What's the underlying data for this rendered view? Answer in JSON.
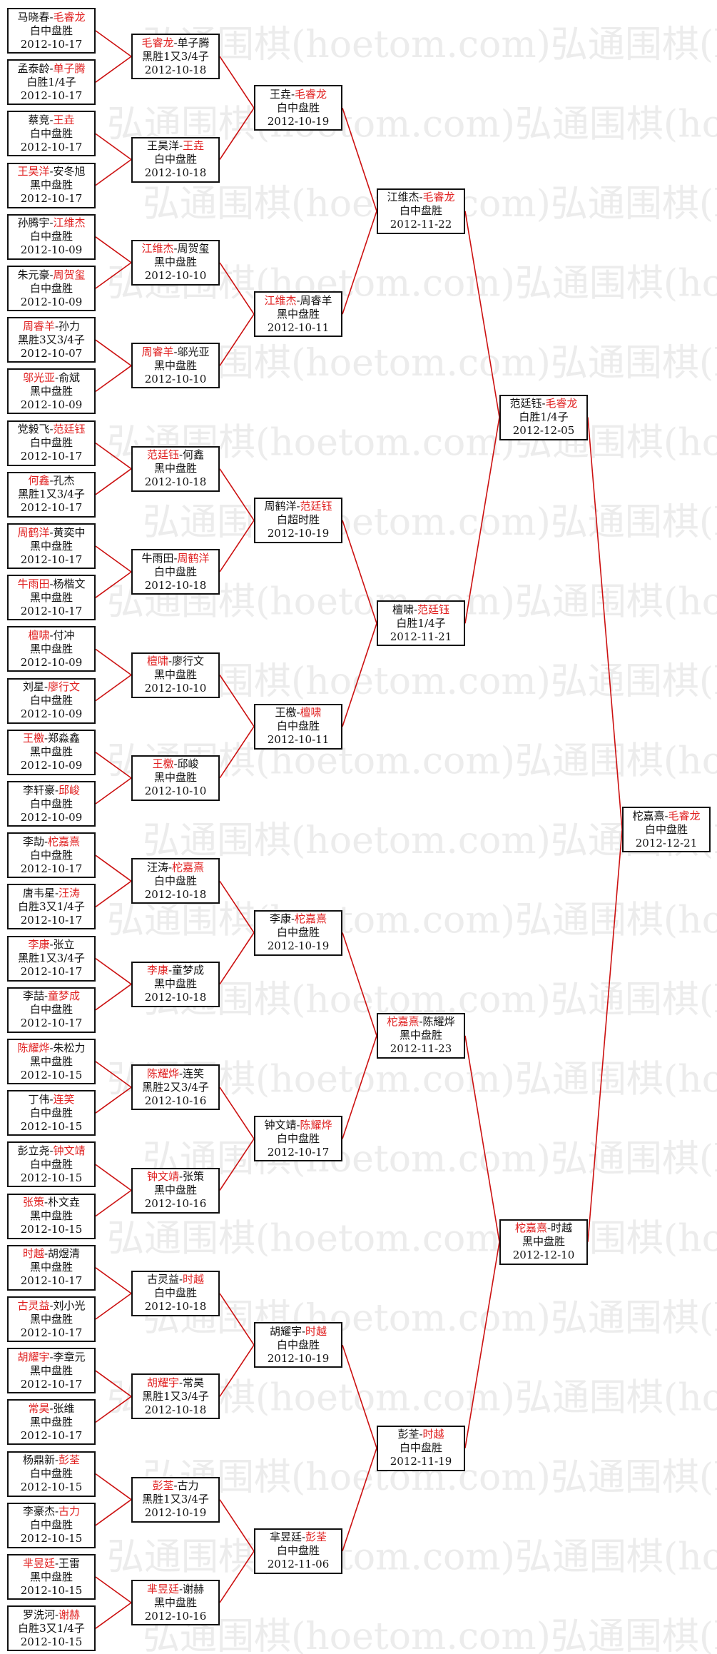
{
  "colors": {
    "winner": "#e02020",
    "text": "#111111",
    "line": "#cc1111",
    "watermark": "#ececec"
  },
  "watermark": "弘通围棋(hoetom.com)",
  "matches": {
    "r1": [
      {
        "p1": "马晓春",
        "p2": "毛睿龙",
        "winner": 2,
        "result": "白中盘胜",
        "date": "2012-10-17"
      },
      {
        "p1": "孟泰龄",
        "p2": "单子腾",
        "winner": 2,
        "result": "白胜1/4子",
        "date": "2012-10-17"
      },
      {
        "p1": "蔡竞",
        "p2": "王垚",
        "winner": 2,
        "result": "白中盘胜",
        "date": "2012-10-17"
      },
      {
        "p1": "王昊洋",
        "p2": "安冬旭",
        "winner": 1,
        "result": "黑中盘胜",
        "date": "2012-10-17"
      },
      {
        "p1": "孙腾宇",
        "p2": "江维杰",
        "winner": 2,
        "result": "白中盘胜",
        "date": "2012-10-09"
      },
      {
        "p1": "朱元豪",
        "p2": "周贺玺",
        "winner": 2,
        "result": "白中盘胜",
        "date": "2012-10-09"
      },
      {
        "p1": "周睿羊",
        "p2": "孙力",
        "winner": 1,
        "result": "黑胜3又3/4子",
        "date": "2012-10-07"
      },
      {
        "p1": "邬光亚",
        "p2": "俞斌",
        "winner": 1,
        "result": "黑中盘胜",
        "date": "2012-10-09"
      },
      {
        "p1": "党毅飞",
        "p2": "范廷钰",
        "winner": 2,
        "result": "白中盘胜",
        "date": "2012-10-17"
      },
      {
        "p1": "何鑫",
        "p2": "孔杰",
        "winner": 1,
        "result": "黑胜1又3/4子",
        "date": "2012-10-17"
      },
      {
        "p1": "周鹤洋",
        "p2": "黄奕中",
        "winner": 1,
        "result": "黑中盘胜",
        "date": "2012-10-17"
      },
      {
        "p1": "牛雨田",
        "p2": "杨楷文",
        "winner": 1,
        "result": "黑中盘胜",
        "date": "2012-10-17"
      },
      {
        "p1": "檀啸",
        "p2": "付冲",
        "winner": 1,
        "result": "黑中盘胜",
        "date": "2012-10-09"
      },
      {
        "p1": "刘星",
        "p2": "廖行文",
        "winner": 2,
        "result": "白中盘胜",
        "date": "2012-10-09"
      },
      {
        "p1": "王檄",
        "p2": "郑淼鑫",
        "winner": 1,
        "result": "黑中盘胜",
        "date": "2012-10-09"
      },
      {
        "p1": "李轩豪",
        "p2": "邱峻",
        "winner": 2,
        "result": "白中盘胜",
        "date": "2012-10-09"
      },
      {
        "p1": "李劼",
        "p2": "柁嘉熹",
        "winner": 2,
        "result": "白中盘胜",
        "date": "2012-10-17"
      },
      {
        "p1": "唐韦星",
        "p2": "汪涛",
        "winner": 2,
        "result": "白胜3又1/4子",
        "date": "2012-10-17"
      },
      {
        "p1": "李康",
        "p2": "张立",
        "winner": 1,
        "result": "黑胜1又3/4子",
        "date": "2012-10-17"
      },
      {
        "p1": "李喆",
        "p2": "童梦成",
        "winner": 2,
        "result": "白中盘胜",
        "date": "2012-10-17"
      },
      {
        "p1": "陈耀烨",
        "p2": "朱松力",
        "winner": 1,
        "result": "黑中盘胜",
        "date": "2012-10-15"
      },
      {
        "p1": "丁伟",
        "p2": "连笑",
        "winner": 2,
        "result": "白中盘胜",
        "date": "2012-10-15"
      },
      {
        "p1": "彭立尧",
        "p2": "钟文靖",
        "winner": 2,
        "result": "白中盘胜",
        "date": "2012-10-15"
      },
      {
        "p1": "张策",
        "p2": "朴文垚",
        "winner": 1,
        "result": "黑中盘胜",
        "date": "2012-10-15"
      },
      {
        "p1": "时越",
        "p2": "胡煜清",
        "winner": 1,
        "result": "黑中盘胜",
        "date": "2012-10-17"
      },
      {
        "p1": "古灵益",
        "p2": "刘小光",
        "winner": 1,
        "result": "黑中盘胜",
        "date": "2012-10-17"
      },
      {
        "p1": "胡耀宇",
        "p2": "李章元",
        "winner": 1,
        "result": "黑中盘胜",
        "date": "2012-10-17"
      },
      {
        "p1": "常昊",
        "p2": "张维",
        "winner": 1,
        "result": "黑中盘胜",
        "date": "2012-10-17"
      },
      {
        "p1": "杨鼎新",
        "p2": "彭荃",
        "winner": 2,
        "result": "白中盘胜",
        "date": "2012-10-15"
      },
      {
        "p1": "李豪杰",
        "p2": "古力",
        "winner": 2,
        "result": "白中盘胜",
        "date": "2012-10-15"
      },
      {
        "p1": "芈昱廷",
        "p2": "王雷",
        "winner": 1,
        "result": "黑中盘胜",
        "date": "2012-10-15"
      },
      {
        "p1": "罗洗河",
        "p2": "谢赫",
        "winner": 2,
        "result": "白胜3又1/4子",
        "date": "2012-10-15"
      }
    ],
    "r2": [
      {
        "p1": "毛睿龙",
        "p2": "单子腾",
        "winner": 1,
        "result": "黑胜1又3/4子",
        "date": "2012-10-18"
      },
      {
        "p1": "王昊洋",
        "p2": "王垚",
        "winner": 2,
        "result": "白中盘胜",
        "date": "2012-10-18"
      },
      {
        "p1": "江维杰",
        "p2": "周贺玺",
        "winner": 1,
        "result": "黑中盘胜",
        "date": "2012-10-10"
      },
      {
        "p1": "周睿羊",
        "p2": "邬光亚",
        "winner": 1,
        "result": "黑中盘胜",
        "date": "2012-10-10"
      },
      {
        "p1": "范廷钰",
        "p2": "何鑫",
        "winner": 1,
        "result": "黑中盘胜",
        "date": "2012-10-18"
      },
      {
        "p1": "牛雨田",
        "p2": "周鹤洋",
        "winner": 2,
        "result": "白中盘胜",
        "date": "2012-10-18"
      },
      {
        "p1": "檀啸",
        "p2": "廖行文",
        "winner": 1,
        "result": "黑中盘胜",
        "date": "2012-10-10"
      },
      {
        "p1": "王檄",
        "p2": "邱峻",
        "winner": 1,
        "result": "黑中盘胜",
        "date": "2012-10-10"
      },
      {
        "p1": "汪涛",
        "p2": "柁嘉熹",
        "winner": 2,
        "result": "白中盘胜",
        "date": "2012-10-18"
      },
      {
        "p1": "李康",
        "p2": "童梦成",
        "winner": 1,
        "result": "黑中盘胜",
        "date": "2012-10-18"
      },
      {
        "p1": "陈耀烨",
        "p2": "连笑",
        "winner": 1,
        "result": "黑胜2又3/4子",
        "date": "2012-10-16"
      },
      {
        "p1": "钟文靖",
        "p2": "张策",
        "winner": 1,
        "result": "黑中盘胜",
        "date": "2012-10-16"
      },
      {
        "p1": "古灵益",
        "p2": "时越",
        "winner": 2,
        "result": "白中盘胜",
        "date": "2012-10-18"
      },
      {
        "p1": "胡耀宇",
        "p2": "常昊",
        "winner": 1,
        "result": "黑胜1又3/4子",
        "date": "2012-10-18"
      },
      {
        "p1": "彭荃",
        "p2": "古力",
        "winner": 1,
        "result": "黑胜1又3/4子",
        "date": "2012-10-19"
      },
      {
        "p1": "芈昱廷",
        "p2": "谢赫",
        "winner": 1,
        "result": "黑中盘胜",
        "date": "2012-10-16"
      }
    ],
    "r3": [
      {
        "p1": "王垚",
        "p2": "毛睿龙",
        "winner": 2,
        "result": "白中盘胜",
        "date": "2012-10-19"
      },
      {
        "p1": "江维杰",
        "p2": "周睿羊",
        "winner": 1,
        "result": "黑中盘胜",
        "date": "2012-10-11"
      },
      {
        "p1": "周鹤洋",
        "p2": "范廷钰",
        "winner": 2,
        "result": "白超时胜",
        "date": "2012-10-19"
      },
      {
        "p1": "王檄",
        "p2": "檀啸",
        "winner": 2,
        "result": "白中盘胜",
        "date": "2012-10-11"
      },
      {
        "p1": "李康",
        "p2": "柁嘉熹",
        "winner": 2,
        "result": "白中盘胜",
        "date": "2012-10-19"
      },
      {
        "p1": "钟文靖",
        "p2": "陈耀烨",
        "winner": 2,
        "result": "白中盘胜",
        "date": "2012-10-17"
      },
      {
        "p1": "胡耀宇",
        "p2": "时越",
        "winner": 2,
        "result": "白中盘胜",
        "date": "2012-10-19"
      },
      {
        "p1": "芈昱廷",
        "p2": "彭荃",
        "winner": 2,
        "result": "白中盘胜",
        "date": "2012-11-06"
      }
    ],
    "r4": [
      {
        "p1": "江维杰",
        "p2": "毛睿龙",
        "winner": 2,
        "result": "白中盘胜",
        "date": "2012-11-22"
      },
      {
        "p1": "檀啸",
        "p2": "范廷钰",
        "winner": 2,
        "result": "白胜1/4子",
        "date": "2012-11-21"
      },
      {
        "p1": "柁嘉熹",
        "p2": "陈耀烨",
        "winner": 1,
        "result": "黑中盘胜",
        "date": "2012-11-23"
      },
      {
        "p1": "彭荃",
        "p2": "时越",
        "winner": 2,
        "result": "白中盘胜",
        "date": "2012-11-19"
      }
    ],
    "r5": [
      {
        "p1": "范廷钰",
        "p2": "毛睿龙",
        "winner": 2,
        "result": "白胜1/4子",
        "date": "2012-12-05"
      },
      {
        "p1": "柁嘉熹",
        "p2": "时越",
        "winner": 1,
        "result": "黑中盘胜",
        "date": "2012-12-10"
      }
    ],
    "r6": [
      {
        "p1": "柁嘉熹",
        "p2": "毛睿龙",
        "winner": 2,
        "result": "白中盘胜",
        "date": "2012-12-21"
      }
    ]
  }
}
